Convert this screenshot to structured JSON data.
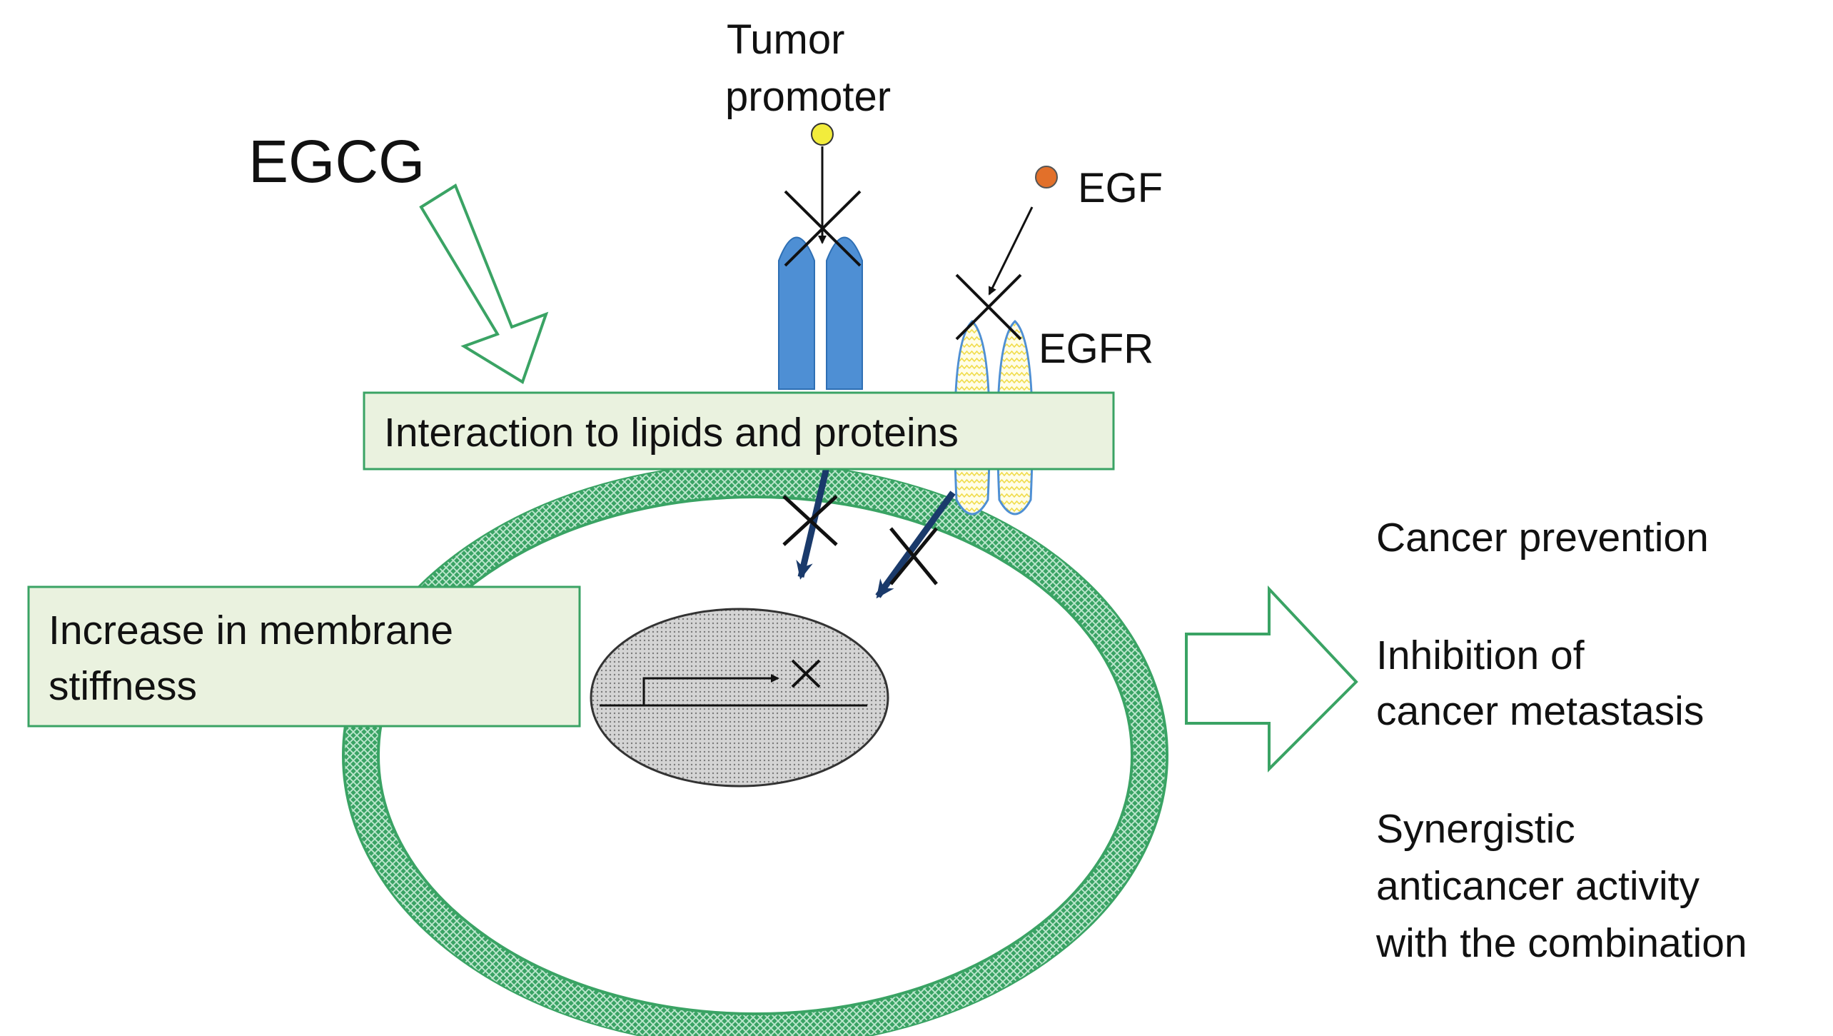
{
  "labels": {
    "egcg": "EGCG",
    "tumor_promoter_line1": "Tumor",
    "tumor_promoter_line2": "promoter",
    "egf": "EGF",
    "egfr": "EGFR"
  },
  "boxes": {
    "interaction": "Interaction to lipids and proteins",
    "stiffness_line1": "Increase in membrane",
    "stiffness_line2": "stiffness"
  },
  "outcomes": {
    "prevention": "Cancer prevention",
    "metastasis_line1": "Inhibition of",
    "metastasis_line2": "cancer metastasis",
    "synergy_line1": "Synergistic",
    "synergy_line2": "anticancer activity",
    "synergy_line3": "with the combination"
  },
  "colors": {
    "membrane_green": "#3aa364",
    "membrane_light": "#cfeedd",
    "box_fill": "#eaf2df",
    "box_stroke": "#3aa364",
    "receptor_blue": "#4e8fd4",
    "egfr_yellow": "#f3e66a",
    "arrow_navy": "#1a3a6b",
    "egf_dot": "#e2702a",
    "promoter_dot": "#f2ec3c"
  }
}
